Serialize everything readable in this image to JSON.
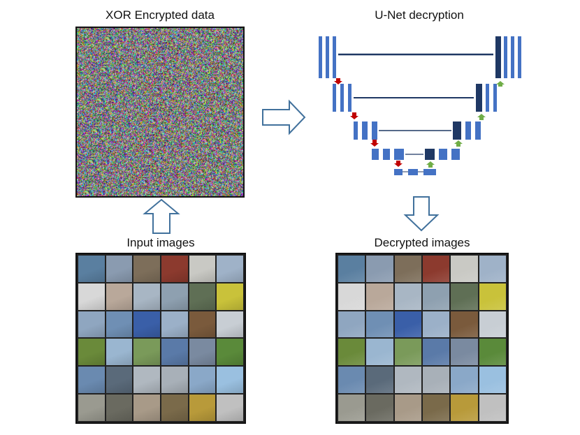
{
  "labels": {
    "encrypted": "XOR Encrypted data",
    "unet": "U-Net decryption",
    "input": "Input images",
    "decrypted": "Decrypted images"
  },
  "colors": {
    "arrow_outline": "#41719c",
    "block_blue": "#4472c4",
    "block_dark": "#1f3864",
    "skip_line": "#1f3864",
    "down_arrow": "#c00000",
    "up_arrow": "#70ad47"
  },
  "thumbnail_palette": [
    [
      "#5a7fa0",
      "#8a9bb0",
      "#7d6e5a",
      "#8c3a2e",
      "#c9c9c4",
      "#9fb2c8"
    ],
    [
      "#d8d8d8",
      "#b9a89a",
      "#a8b6c4",
      "#8ea0b0",
      "#5f6f55",
      "#c9c23a"
    ],
    [
      "#8fa6c0",
      "#6f8fb4",
      "#3a5fa8",
      "#9bb0c8",
      "#7a5a3c",
      "#c8ced4"
    ],
    [
      "#6a8a3a",
      "#9ab6d0",
      "#7a9a5a",
      "#5a7aa8",
      "#7a8aa0",
      "#5a8a3a"
    ],
    [
      "#6a8ab0",
      "#5a6a7a",
      "#b0b8c0",
      "#a8b0b8",
      "#8aa8c8",
      "#9ac0e0"
    ],
    [
      "#9a9a90",
      "#6a6a60",
      "#a89a88",
      "#7a6a4a",
      "#b89a3a",
      "#c0c0c0"
    ]
  ]
}
